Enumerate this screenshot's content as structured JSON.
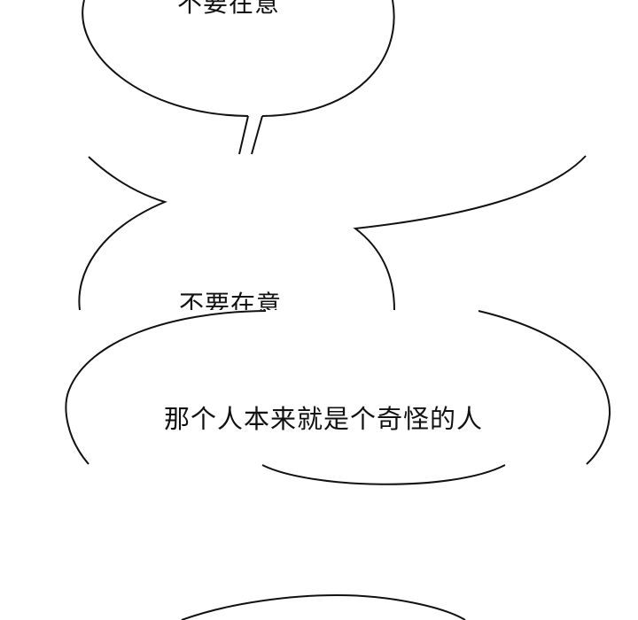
{
  "bubbles": [
    {
      "text": "不要在意"
    },
    {
      "text": "不要在意"
    },
    {
      "text": "那个人本来就是个奇怪的人"
    }
  ],
  "colors": {
    "background": "#ffffff",
    "ink": "#111111"
  }
}
